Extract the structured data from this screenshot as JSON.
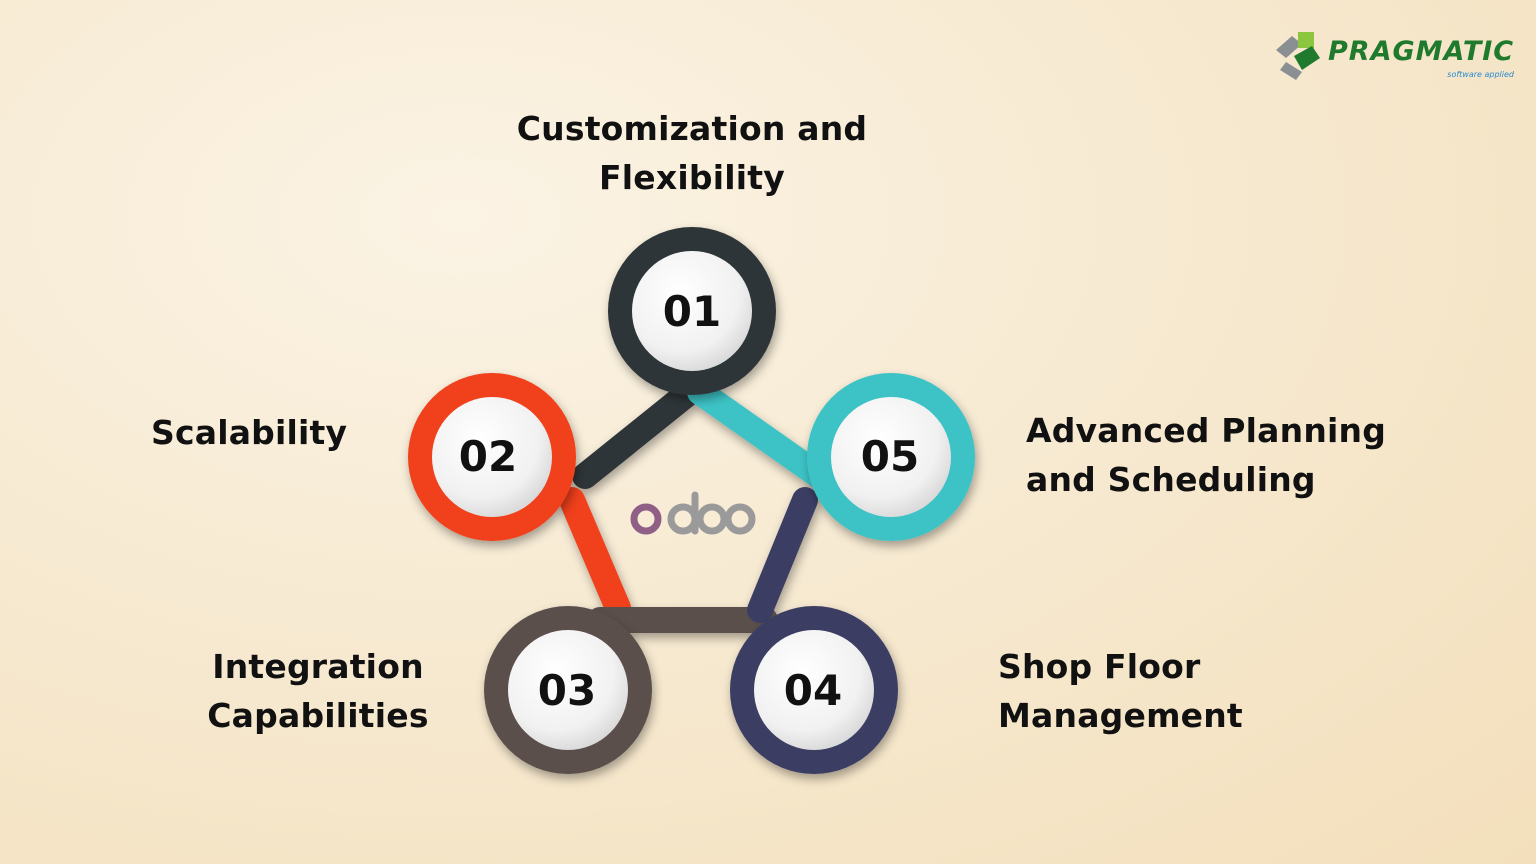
{
  "logo": {
    "name": "Pragmatic",
    "wordmark": "PRAGMATIC",
    "tagline": "software applied"
  },
  "center_logo": {
    "text": "odoo"
  },
  "colors": {
    "node_01": "#2f3438",
    "node_02": "#f0401a",
    "node_03": "#5a4f4b",
    "node_04": "#3b3d63",
    "node_05": "#3cc3c6",
    "logo_green": "#1f7a2e",
    "logo_light_green": "#8cc63f",
    "logo_grey": "#8a8f94",
    "odoo_purple": "#8f5f86",
    "odoo_grey": "#9a9a9a"
  },
  "nodes": [
    {
      "number": "01",
      "label_lines": [
        "Customization and",
        "Flexibility"
      ]
    },
    {
      "number": "02",
      "label_lines": [
        "Scalability"
      ]
    },
    {
      "number": "03",
      "label_lines": [
        "Integration",
        "Capabilities"
      ]
    },
    {
      "number": "04",
      "label_lines": [
        "Shop Floor",
        "Management"
      ]
    },
    {
      "number": "05",
      "label_lines": [
        "Advanced Planning",
        "and Scheduling"
      ]
    }
  ]
}
